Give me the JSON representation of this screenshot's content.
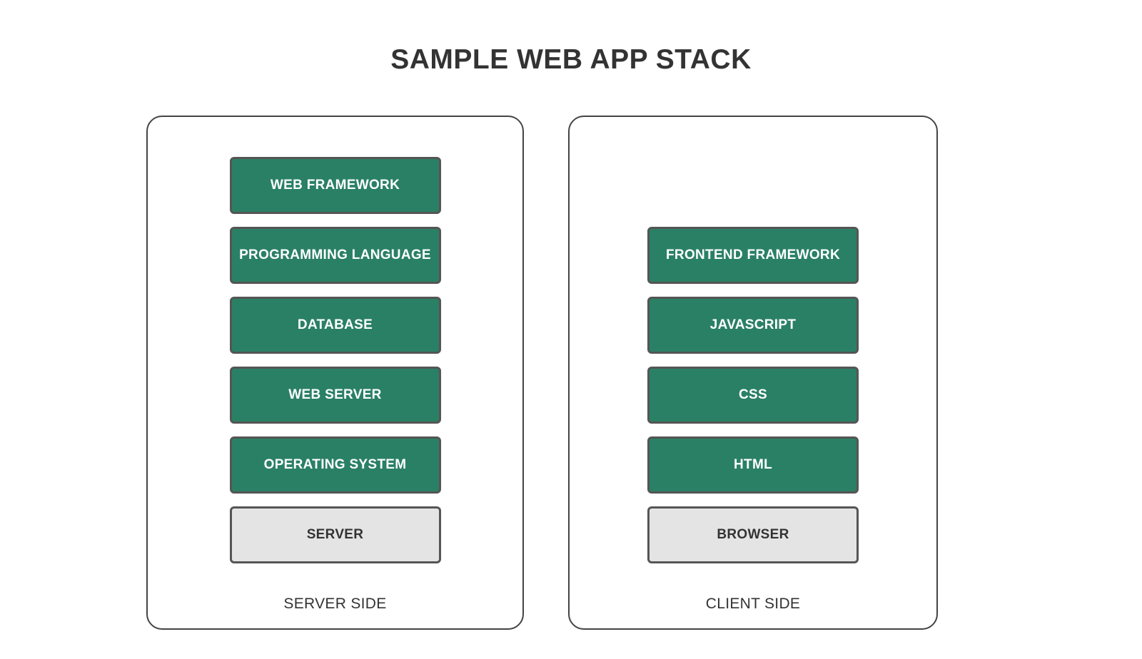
{
  "diagram": {
    "title": "SAMPLE WEB APP STACK",
    "colors": {
      "background": "#ffffff",
      "title_text": "#333333",
      "panel_border": "#444444",
      "layer_green": "#2a8065",
      "layer_green_text": "#ffffff",
      "layer_gray": "#e4e4e4",
      "layer_gray_text": "#333333",
      "layer_border": "#555555",
      "footer_label_text": "#333333"
    },
    "panels": [
      {
        "id": "server-side",
        "footer_label": "SERVER SIDE",
        "layers": [
          {
            "label": "WEB FRAMEWORK",
            "style": "green"
          },
          {
            "label": "PROGRAMMING LANGUAGE",
            "style": "green"
          },
          {
            "label": "DATABASE",
            "style": "green"
          },
          {
            "label": "WEB SERVER",
            "style": "green"
          },
          {
            "label": "OPERATING SYSTEM",
            "style": "green"
          },
          {
            "label": "SERVER",
            "style": "gray"
          }
        ]
      },
      {
        "id": "client-side",
        "footer_label": "CLIENT SIDE",
        "layers": [
          {
            "label": "FRONTEND FRAMEWORK",
            "style": "green"
          },
          {
            "label": "JAVASCRIPT",
            "style": "green"
          },
          {
            "label": "CSS",
            "style": "green"
          },
          {
            "label": "HTML",
            "style": "green"
          },
          {
            "label": "BROWSER",
            "style": "gray"
          }
        ]
      }
    ]
  }
}
